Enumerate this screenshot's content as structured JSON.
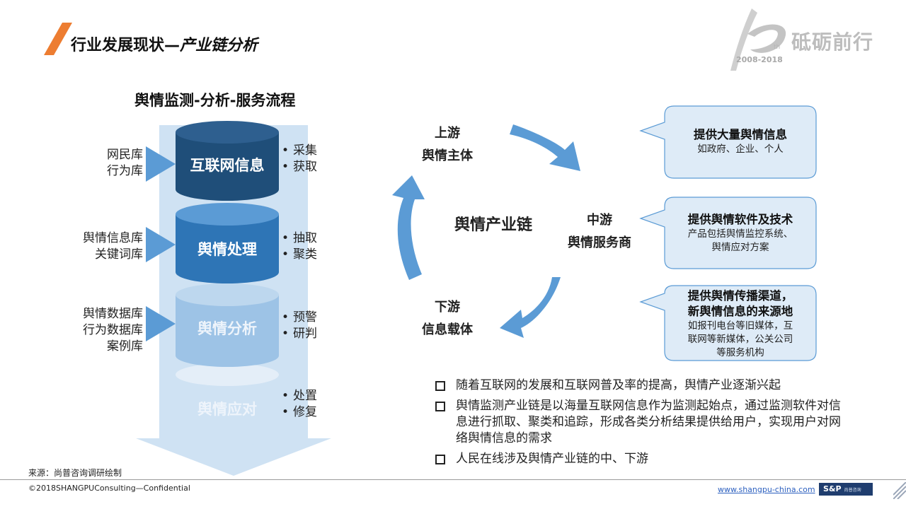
{
  "header": {
    "title_main": "行业发展现状—",
    "title_em": "产业链分析",
    "logo_text": "砥砺前行",
    "logo_years": "2008-2018",
    "logo_th": "th"
  },
  "flow": {
    "title": "舆情监测-分析-服务流程",
    "stages": [
      {
        "label": "互联网信息",
        "inputs": [
          "网民库",
          "行为库"
        ],
        "outputs": [
          "采集",
          "获取"
        ]
      },
      {
        "label": "舆情处理",
        "inputs": [
          "舆情信息库",
          "关键词库"
        ],
        "outputs": [
          "抽取",
          "聚类"
        ]
      },
      {
        "label": "舆情分析",
        "inputs": [
          "舆情数据库",
          "行为数据库",
          "案例库"
        ],
        "outputs": [
          "预警",
          "研判"
        ]
      },
      {
        "label": "舆情应对",
        "inputs": [],
        "outputs": [
          "处置",
          "修复"
        ]
      }
    ],
    "colors": {
      "dark": "#1f4e79",
      "mid": "#2e75b6",
      "light": "#9dc3e6",
      "pale": "#cfe2f3",
      "arrow": "#5b9bd5"
    }
  },
  "cycle": {
    "center": "舆情产业链",
    "up": {
      "title1": "上游",
      "title2": "舆情主体"
    },
    "mid": {
      "title1": "中游",
      "title2": "舆情服务商"
    },
    "down": {
      "title1": "下游",
      "title2": "信息载体"
    },
    "arrow_color": "#5b9bd5"
  },
  "callouts": [
    {
      "head": [
        "提供大量舆情信息"
      ],
      "sub": [
        "如政府、企业、个人"
      ]
    },
    {
      "head": [
        "提供舆情软件及技术"
      ],
      "sub": [
        "产品包括舆情监控系统、",
        "舆情应对方案"
      ]
    },
    {
      "head": [
        "提供舆情传播渠道，",
        "新舆情信息的来源地"
      ],
      "sub": [
        "如报刊电台等旧媒体，互",
        "联网等新媒体，公关公司",
        "等服务机构"
      ]
    }
  ],
  "bullets": [
    "随着互联网的发展和互联网普及率的提高，舆情产业逐渐兴起",
    "舆情监测产业链是以海量互联网信息作为监测起始点，通过监测软件对信息进行抓取、聚类和追踪，形成各类分析结果提供给用户，实现用户对网络舆情信息的需求",
    "人民在线涉及舆情产业链的中、下游"
  ],
  "footer": {
    "source": "来源：尚普咨询调研绘制",
    "copyright": "©2018SHANGPUConsulting—Confidential",
    "url": "www.shangpu-china.com",
    "badge": "S&P",
    "badge_sub": "尚普咨询"
  }
}
